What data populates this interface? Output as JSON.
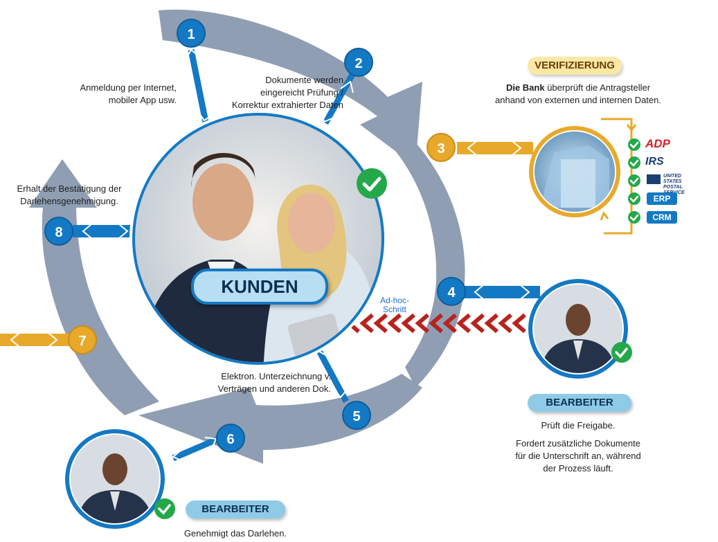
{
  "center": {
    "label": "KUNDEN"
  },
  "steps": [
    "1",
    "2",
    "3",
    "4",
    "5",
    "6",
    "7",
    "8"
  ],
  "texts": {
    "step1": [
      "Anmeldung per Internet,",
      "mobiler App usw."
    ],
    "step2": [
      "Dokumente werden",
      "eingereicht Prüfung /",
      "Korrektur extrahierter Daten"
    ],
    "step8": [
      "Erhalt der Bestätigung der",
      "Darlehensgenehmigung."
    ],
    "step5": [
      "Elektron. Unterzeichnung v.",
      "Verträgen und anderen Dok."
    ],
    "adhoc": [
      "Ad-hoc-",
      "Schritt"
    ]
  },
  "verification": {
    "heading": "VERIFIZIERUNG",
    "bank": "Die Bank",
    "line1_rest": " überprüft die Antragsteller",
    "line2": "anhand von externen und internen Daten.",
    "logos": [
      "ADP",
      "IRS",
      "UNITED STATES POSTAL SERVICE"
    ],
    "systems": [
      "ERP",
      "CRM"
    ]
  },
  "processor_right": {
    "heading": "BEARBEITER",
    "line1": "Prüft die Freigabe.",
    "line2": [
      "Fordert zusätzliche Dokumente",
      "für die Unterschrift an, während",
      "der Prozess läuft."
    ]
  },
  "processor_bottom": {
    "heading": "BEARBEITER",
    "line1": "Genehmigt das Darlehen."
  },
  "colors": {
    "ring": "#8f9eb3",
    "blue": "#1479c4",
    "gold": "#e8a92a",
    "red": "#b8231e",
    "green": "#24a84a"
  }
}
